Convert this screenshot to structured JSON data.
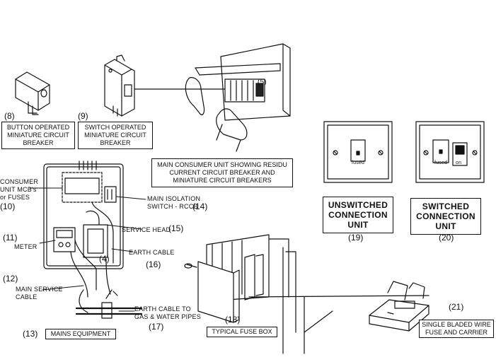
{
  "items": {
    "i8": {
      "number": "(8)",
      "lines": [
        "BUTTON OPERATED",
        "MINIATURE CIRCUIT",
        "BREAKER"
      ]
    },
    "i9": {
      "number": "(9)",
      "lines": [
        "SWITCH OPERATED",
        "MINIATURE  CIRCUIT",
        "BREAKER"
      ]
    },
    "main_unit": {
      "lines": [
        "MAIN CONSUMER UNIT SHOWING  RESIDU",
        "CURRENT CIRCUIT BREAKER AND",
        "MINIATURE CIRCUIT BREAKERS"
      ],
      "marker": "(5)"
    },
    "i19": {
      "number": "(19)",
      "lines": [
        "UNSWITCHED",
        "CONNECTION",
        "UNIT"
      ],
      "face_label": "fused"
    },
    "i20": {
      "number": "(20)",
      "lines": [
        "SWITCHED",
        "CONNECTION",
        "UNIT"
      ],
      "face_label": "fused",
      "switch_label": "on"
    },
    "i10": {
      "number": "(10)",
      "lines": [
        "CONSUMER",
        "UNIT MCB's",
        "or FUSES"
      ]
    },
    "i14": {
      "number": "(14)",
      "lines": [
        "MAIN ISOLATION",
        "SWITCH - RCCB"
      ]
    },
    "i15": {
      "number": "(15)",
      "text": "SERVICE HEAD"
    },
    "i11": {
      "number": "(11)",
      "text": "METER"
    },
    "i16": {
      "number": "(16)",
      "text": "EARTH CABLE"
    },
    "i4": {
      "number": "(4)"
    },
    "i12": {
      "number": "(12)",
      "lines": [
        "MAIN SERVICE",
        "CABLE"
      ]
    },
    "i17": {
      "number": "(17)",
      "lines": [
        "EARTH CABLE TO",
        "GAS & WATER PIPES"
      ]
    },
    "i13": {
      "number": "(13)",
      "text": "MAINS EQUIPMENT"
    },
    "i18": {
      "number": "(18)",
      "text": "TYPICAL FUSE BOX"
    },
    "i21": {
      "number": "(21)",
      "lines": [
        "SINGLE BLADED WIRE",
        "FUSE AND CARRIER"
      ]
    }
  }
}
